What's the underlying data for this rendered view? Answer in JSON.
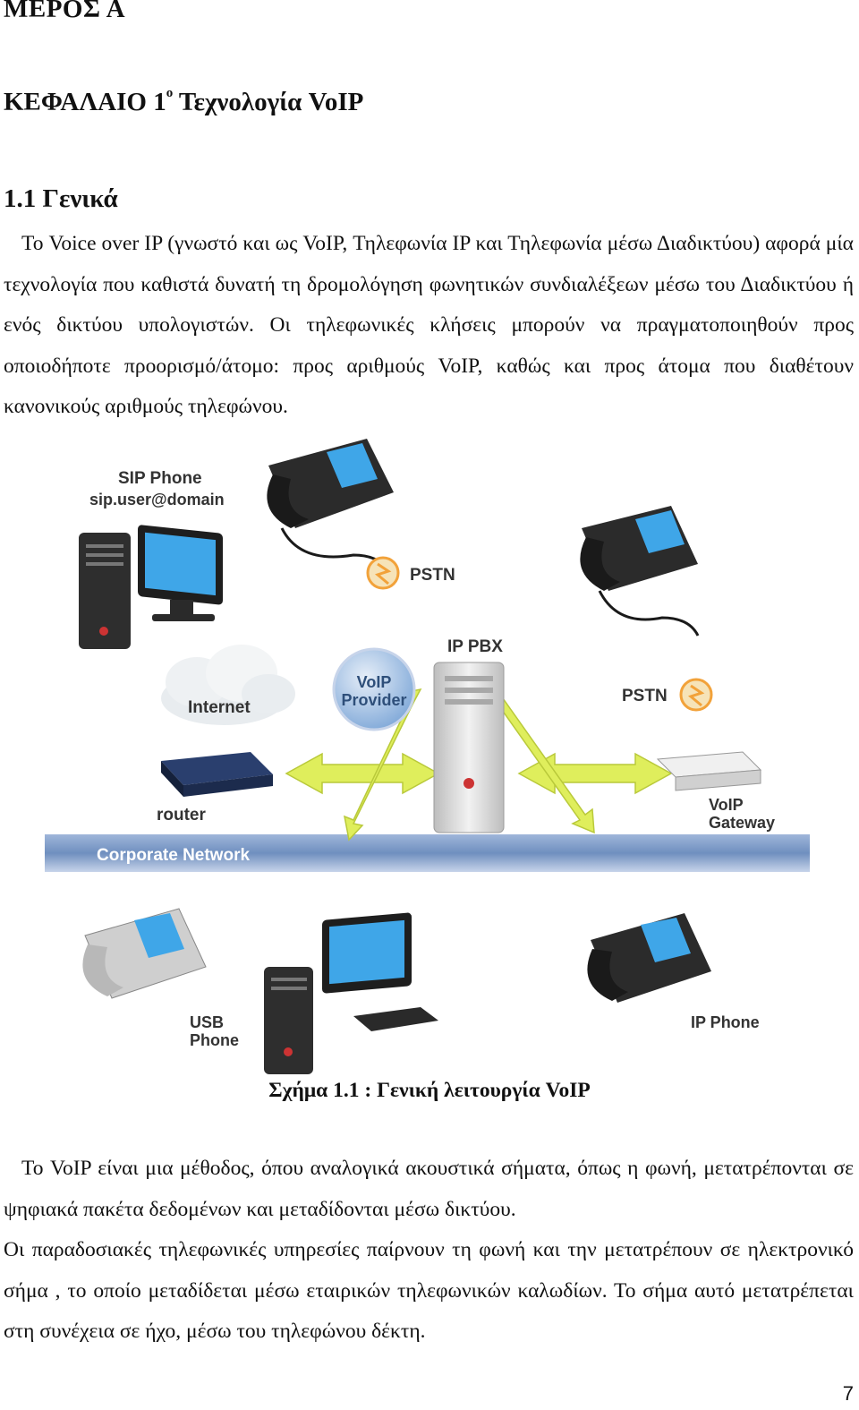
{
  "part_title": "ΜΕΡΟΣ Α",
  "chapter": {
    "prefix": "ΚΕΦΑΛΑΙΟ 1",
    "superscript": "ο",
    "title": " Τεχνολογία VoIP"
  },
  "section_title": "1.1 Γενικά",
  "paragraph1": "Το Voice over IP (γνωστό και ως VoIP, Τηλεφωνία IP και Τηλεφωνία μέσω Διαδικτύου) αφορά μία τεχνολογία που καθιστά δυνατή τη δρομολόγηση φωνητικών συνδιαλέξεων μέσω του Διαδικτύου ή ενός δικτύου υπολογιστών. Οι τηλεφωνικές κλήσεις μπορούν να πραγματοποιηθούν προς οποιοδήποτε προορισμό/άτομο: προς αριθμούς VoIP, καθώς και προς άτομα που διαθέτουν κανονικούς αριθμούς τηλεφώνου.",
  "figure": {
    "labels": {
      "sip_phone": "SIP Phone",
      "sip_address": "sip.user@domain",
      "pstn_top": "PSTN",
      "ip_pbx": "IP PBX",
      "voip_provider_1": "VoIP",
      "voip_provider_2": "Provider",
      "internet": "Internet",
      "pstn_right": "PSTN",
      "router": "router",
      "voip_gateway_1": "VoIP",
      "voip_gateway_2": "Gateway",
      "corporate_network": "Corporate Network",
      "usb_phone_1": "USB",
      "usb_phone_2": "Phone",
      "ip_phone": "IP Phone"
    },
    "colors": {
      "network_bar": "#6f8fbf",
      "arrow": "#dfee5c",
      "phone_dark": "#2b2b2b",
      "screen": "#3fa6e8",
      "server": "#d8d8d8",
      "pstn_icon": "#f2a23a",
      "label_text": "#333333",
      "provider_circle": "#7fa8d8"
    }
  },
  "caption": "Σχήμα 1.1 : Γενική λειτουργία VoIP",
  "paragraph2_line1": "Το VoIP είναι  μια μέθοδος, όπου αναλογικά ακουστικά σήματα, όπως η φωνή, μετατρέπονται σε ψηφιακά πακέτα δεδομένων και μεταδίδονται μέσω δικτύου.",
  "paragraph2_line2": "Οι παραδοσιακές τηλεφωνικές υπηρεσίες παίρνουν τη φωνή και την μετατρέπουν σε ηλεκτρονικό σήμα , το οποίο μεταδίδεται μέσω εταιρικών τηλεφωνικών καλωδίων. Το σήμα αυτό μετατρέπεται στη συνέχεια σε ήχο, μέσω του τηλεφώνου δέκτη.",
  "page_number": "7"
}
